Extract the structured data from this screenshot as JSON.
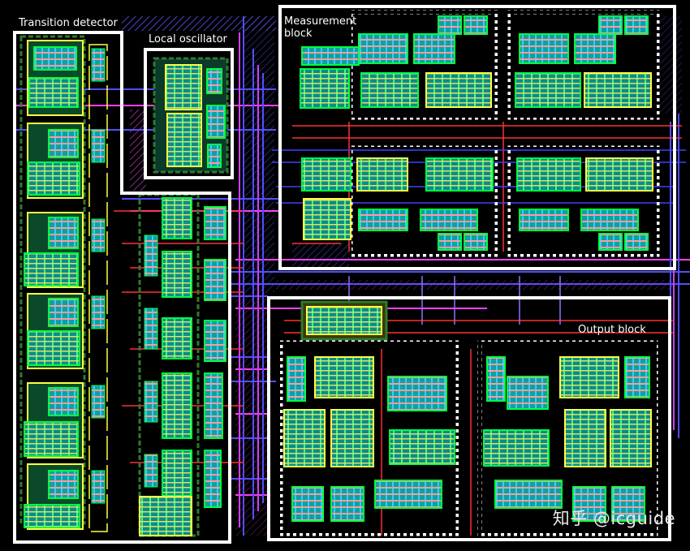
{
  "labels": {
    "transition_detector": "Transition detector",
    "local_oscillator": "Local oscillator",
    "measurement_block": "Measurement\nblock",
    "output_block": "Output block"
  },
  "watermark": "知乎 @icguide",
  "colors": {
    "background": "#000000",
    "block_outline": "#ffffff",
    "diffusion": "#00ff40",
    "poly": "#ff2020",
    "metal1": "#3a3aff",
    "metal2": "#ff40ff",
    "nwell": "#ffff40",
    "via": "#00e0ff",
    "guard": "#2f7a2f"
  }
}
